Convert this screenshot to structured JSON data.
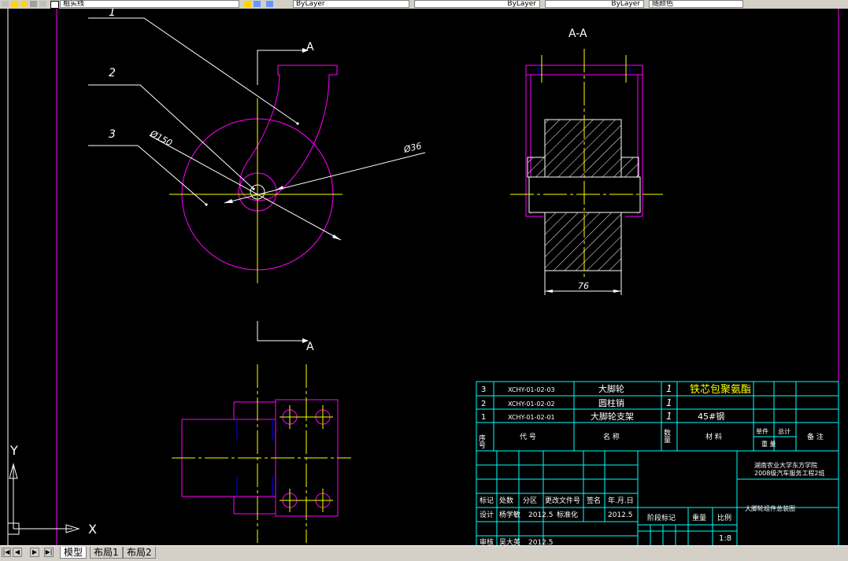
{
  "toolbar": {
    "layer_name": "粗实线",
    "bylayer_1": "ByLayer",
    "bylayer_2": "ByLayer",
    "bylayer_3": "ByLayer",
    "color_control": "随颜色"
  },
  "drawing": {
    "section_label_top": "A",
    "section_label_bottom": "A",
    "section_view_title": "A-A",
    "leader_1": "1",
    "leader_2": "2",
    "leader_3": "3",
    "dim_diameter_150": "Ø150",
    "dim_diameter_36": "Ø36",
    "dim_width_76": "76"
  },
  "parts_list": [
    {
      "no": "3",
      "code": "XCHY-01-02-03",
      "name": "大脚轮",
      "qty": "1",
      "material": "铁芯包聚氨酯"
    },
    {
      "no": "2",
      "code": "XCHY-01-02-02",
      "name": "圆柱销",
      "qty": "1",
      "material": ""
    },
    {
      "no": "1",
      "code": "XCHY-01-02-01",
      "name": "大脚轮支架",
      "qty": "1",
      "material": "45#钢"
    }
  ],
  "parts_header": {
    "no": "序号",
    "code": "代  号",
    "name": "名  称",
    "qty": "数量",
    "material": "材  料",
    "unit_weight": "单件",
    "total_weight": "总计",
    "weight": "重  量",
    "remark": "备  注"
  },
  "title_block": {
    "school_line1": "湖南农业大学东方学院",
    "school_line2": "2008级汽车服务工程2班",
    "drawing_name": "大脚轮组件总装图",
    "mark": "标记",
    "count": "处数",
    "zone": "分区",
    "change_doc": "更改文件号",
    "sign": "签名",
    "date": "年.月.日",
    "design": "设计",
    "designer": "杨学敏",
    "design_date": "2012.5",
    "standardize": "标准化",
    "standardize_date": "2012.5",
    "stage_mark": "阶段标记",
    "weight": "重量",
    "scale": "比例",
    "scale_value": "1:8",
    "review": "审核",
    "reviewer": "吴大英",
    "review_date": "2012.5"
  },
  "ucs": {
    "x_label": "X",
    "y_label": "Y"
  },
  "tabs": [
    {
      "label": "模型",
      "active": true
    },
    {
      "label": "布局1",
      "active": false
    },
    {
      "label": "布局2",
      "active": false
    }
  ],
  "nav_buttons": [
    "|◀",
    "◀",
    "▶",
    "▶|"
  ],
  "colors": {
    "background": "#000000",
    "magenta": "#ff00ff",
    "yellow": "#ffff00",
    "white": "#ffffff",
    "cyan": "#00ffff",
    "blue": "#0000ff"
  }
}
